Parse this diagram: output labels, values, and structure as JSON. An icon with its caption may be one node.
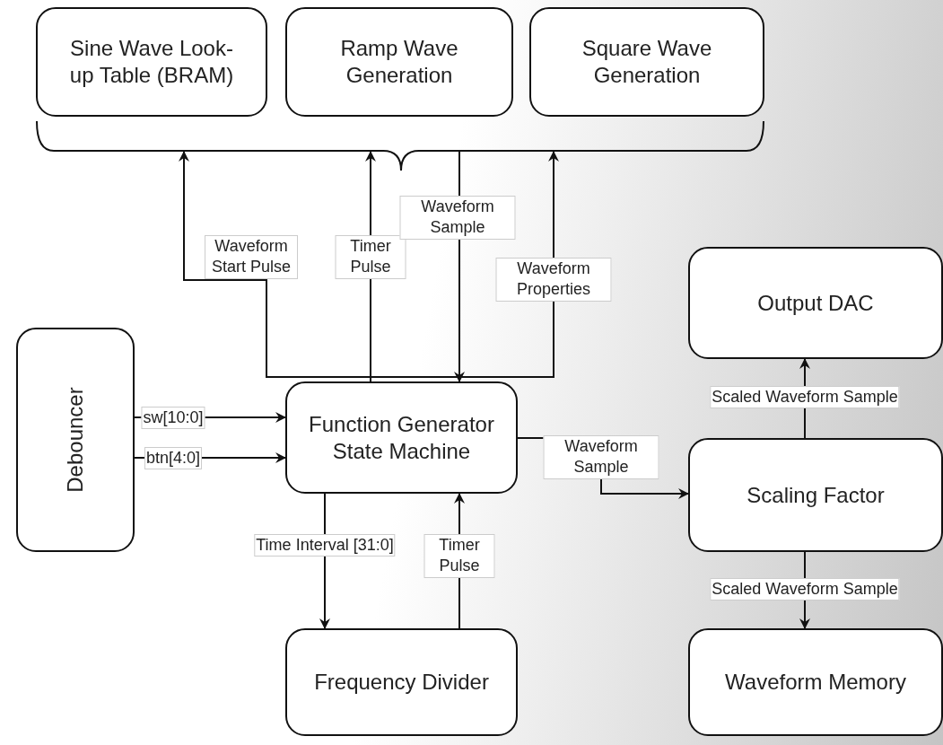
{
  "diagram": {
    "nodes": [
      {
        "text": [
          "Sine Wave Look-up Table (BRAM)"
        ]
      },
      {
        "text": [
          "Ramp Wave Generation"
        ]
      },
      {
        "text": [
          "Square Wave Generation"
        ]
      },
      {
        "text": [],
        "shape": "brace"
      },
      {
        "text": [
          "Debouncer"
        ]
      },
      {
        "text": [
          "Function Generator State Machine"
        ]
      },
      {
        "text": [
          "Output DAC"
        ]
      },
      {
        "text": [
          "Scaling Factor"
        ]
      },
      {
        "text": [
          "Frequency Divider"
        ]
      },
      {
        "text": [
          "Waveform Memory"
        ]
      }
    ],
    "edges": [
      {
        "from": 5,
        "to": 3,
        "arrow": "to",
        "label": "Waveform Start Pulse"
      },
      {
        "from": 5,
        "to": 3,
        "arrow": "to",
        "label": "Timer Pulse"
      },
      {
        "from": 3,
        "to": 5,
        "arrow": "to",
        "label": "Waveform Sample"
      },
      {
        "from": 5,
        "to": 3,
        "arrow": "to",
        "label": "Waveform Properties"
      },
      {
        "from": 4,
        "to": 5,
        "arrow": "to",
        "label": "sw[10:0]"
      },
      {
        "from": 4,
        "to": 5,
        "arrow": "to",
        "label": "btn[4:0]"
      },
      {
        "from": 5,
        "to": 7,
        "arrow": "to",
        "label": "Waveform Sample"
      },
      {
        "from": 7,
        "to": 6,
        "arrow": "to",
        "label": "Scaled Waveform Sample"
      },
      {
        "from": 7,
        "to": 9,
        "arrow": "to",
        "label": "Scaled Waveform Sample"
      },
      {
        "from": 5,
        "to": 8,
        "arrow": "to",
        "label": "Time Interval [31:0]"
      },
      {
        "from": 8,
        "to": 5,
        "arrow": "to",
        "label": "Timer Pulse"
      }
    ]
  }
}
